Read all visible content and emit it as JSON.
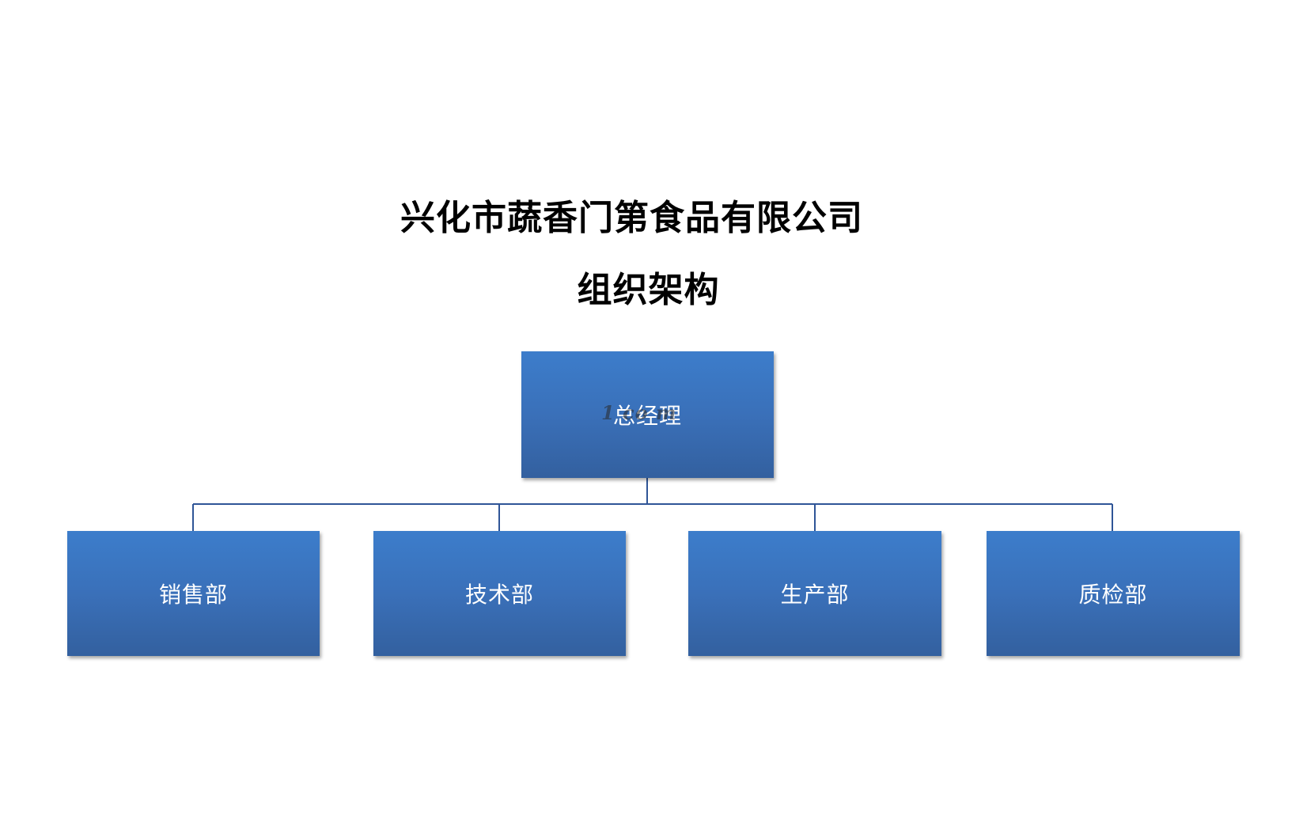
{
  "title": "兴化市蔬香门第食品有限公司",
  "subtitle": "组织架构",
  "org_chart": {
    "root": {
      "label": "总经理"
    },
    "children": [
      {
        "label": "销售部"
      },
      {
        "label": "技术部"
      },
      {
        "label": "生产部"
      },
      {
        "label": "质检部"
      }
    ]
  },
  "watermark": "1 co m",
  "colors": {
    "node_fill_top": "#3c7dcb",
    "node_fill_bottom": "#33609f",
    "connector": "#2f5597",
    "node_text": "#ffffff"
  }
}
